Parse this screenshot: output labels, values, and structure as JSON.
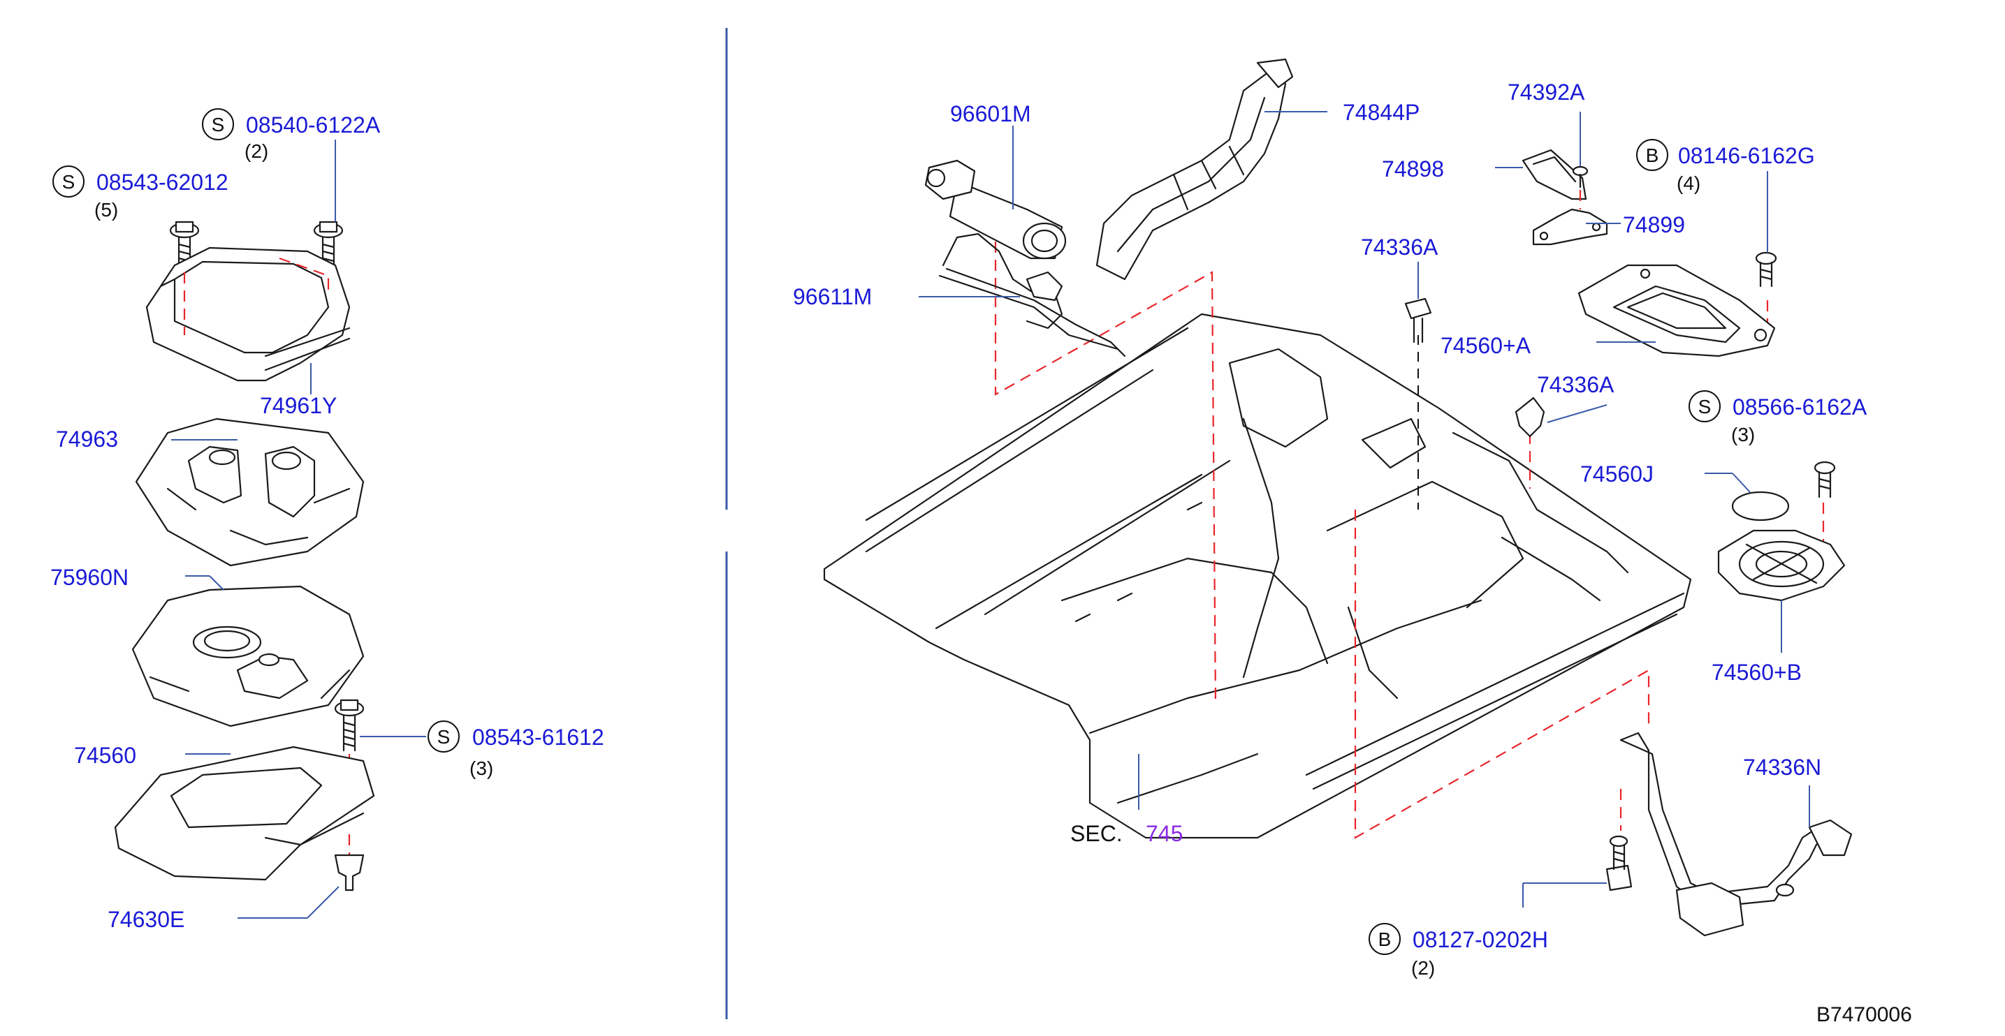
{
  "parts": {
    "p_08540_6122A": "08540-6122A",
    "p_08543_62012": "08543-62012",
    "p_74961Y": "74961Y",
    "p_74963": "74963",
    "p_75960N": "75960N",
    "p_08543_61612": "08543-61612",
    "p_74560": "74560",
    "p_74630E": "74630E",
    "p_96601M": "96601M",
    "p_96611M": "96611M",
    "p_74844P": "74844P",
    "p_74392A": "74392A",
    "p_74898": "74898",
    "p_74899": "74899",
    "p_08146_6162G": "08146-6162G",
    "p_74336A_1": "74336A",
    "p_74560A": "74560+A",
    "p_74336A_2": "74336A",
    "p_08566_6162A": "08566-6162A",
    "p_74560J": "74560J",
    "p_74560B": "74560+B",
    "p_74336N": "74336N",
    "p_08127_0202H": "08127-0202H"
  },
  "quantities": {
    "q_08540": "(2)",
    "q_08543_62012": "(5)",
    "q_08543_61612": "(3)",
    "q_08146": "(4)",
    "q_08566": "(3)",
    "q_08127": "(2)"
  },
  "badges": {
    "s": "S",
    "b": "B"
  },
  "section": {
    "prefix": "SEC.",
    "number": "745"
  },
  "diagram_code": "B7470006",
  "colors": {
    "part_number": "#1a1ad6",
    "section_number": "#8a2be2",
    "guide_dash": "#e8262b",
    "leader": "#3a5aa8"
  }
}
